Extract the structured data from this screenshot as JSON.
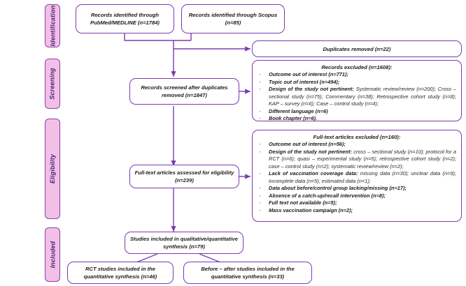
{
  "theme": {
    "line_color": "#7a3bb0",
    "phase_fill": "#f2c0e6",
    "phase_border": "#8c3fa8",
    "phase_text": "#4a1f7a",
    "node_border": "#7a3bb0",
    "node_fill": "#ffffff",
    "text_color": "#1a1a1a"
  },
  "phases": [
    {
      "label": "Identification"
    },
    {
      "label": "Screening"
    },
    {
      "label": "Eligibility"
    },
    {
      "label": "Included"
    }
  ],
  "nodes": {
    "pubmed": {
      "text": "Records identified through PubMed/MEDLINE (n=1784)"
    },
    "scopus": {
      "text": "Records identified through Scopus (n=85)"
    },
    "duplicates": {
      "text": "Duplicates removed (n=22)"
    },
    "screened": {
      "text": "Records screened after duplicates removed (n=1847)"
    },
    "fulltext_assessed": {
      "text": "Full-text articles assessed for eligibility (n=239)"
    },
    "included_synthesis": {
      "text": "Studies included in qualitative/quantitative synthesis (n=79)"
    },
    "rct": {
      "text": "RCT studies included in the quantitative synthesis (n=46)"
    },
    "before_after": {
      "text": "Before – after studies included in the quantitative synthesis (n=33)"
    }
  },
  "records_excluded": {
    "header": "Records excluded (n=1608):",
    "items": [
      {
        "bold": "Outcome out of interest (n=771);",
        "rest": ""
      },
      {
        "bold": "Topic out of interest (n=494);",
        "rest": ""
      },
      {
        "bold": "Design of the study not pertinent:",
        "rest": " Systematic review/review (n=200); Cross – sectional study (n=75); Commentary (n=38); Retrospective cohort study (n=8); KAP – survey (n=6); Case – control study (n=4);"
      },
      {
        "bold": "Different language (n=6)",
        "rest": ""
      },
      {
        "bold": "Book chapter (n=6).",
        "rest": ""
      }
    ]
  },
  "fulltext_excluded": {
    "header": "Full-text articles excluded (n=160):",
    "items": [
      {
        "bold": "Outcome out of interest (n=56);",
        "rest": ""
      },
      {
        "bold": "Design of the study not pertinent:",
        "rest": " cross – sectional study (n=10); protocol for a RCT (n=6); quasi – experimental study (n=5); retrospective cohort study (n=2); case – control study (n=2); systematic review/review (n=2);"
      },
      {
        "bold": "Lack of vaccination coverage data:",
        "rest": " missing data (n=30); unclear data (n=9); incomplete data (n=5); estimated data (n=1);"
      },
      {
        "bold": "Data about before/control group lacking/missing (n=17);",
        "rest": ""
      },
      {
        "bold": "Absence of a catch-up/recall intervention (n=8);",
        "rest": ""
      },
      {
        "bold": "Full text not available (n=5);",
        "rest": ""
      },
      {
        "bold": "Mass vaccination campaign (n=2);",
        "rest": ""
      }
    ]
  }
}
